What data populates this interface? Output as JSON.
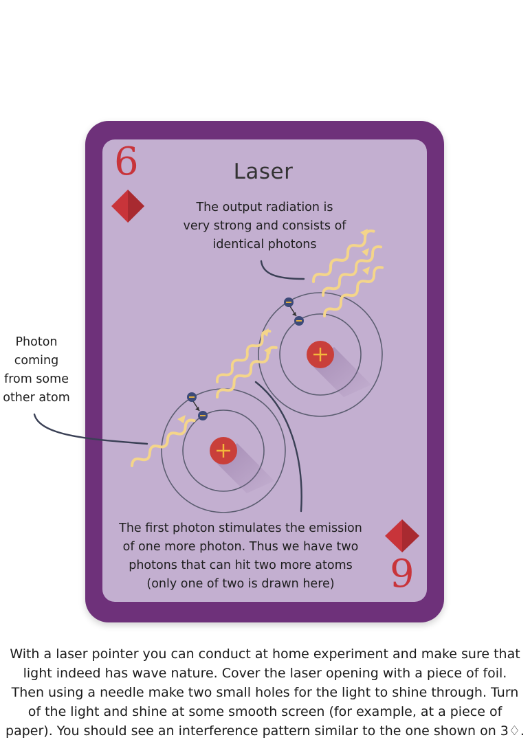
{
  "card": {
    "title": "Laser",
    "rank_top": "6",
    "rank_bottom": "9",
    "suit_icon": "diamond-icon"
  },
  "annotations": {
    "output": [
      "The output radiation is",
      "very strong and consists of",
      "identical photons"
    ],
    "photon": [
      "Photon",
      "coming",
      "from some",
      "other atom"
    ],
    "first": [
      "The first photon stimulates the emission",
      "of one more photon. Thus we have two",
      "photons that can hit two more atoms",
      "(only one of two is drawn here)"
    ]
  },
  "footer": {
    "text": "With a laser pointer you can conduct at home experiment and make sure that light indeed has wave nature. Cover the laser opening with a piece of foil. Then using a needle make two small holes for the light to shine through. Turn of the light and shine at some smooth screen (for example, at a piece of paper). You should see an interference pattern similar to the one shown on 3♢."
  },
  "colors": {
    "card_border": "#6e317a",
    "card_face": "#c3afd0",
    "suit": "#c8343a",
    "photon": "#f4d58a",
    "electron": "#3c4a78",
    "nucleus": "#c93f3a",
    "plus": "#f3b93c"
  }
}
